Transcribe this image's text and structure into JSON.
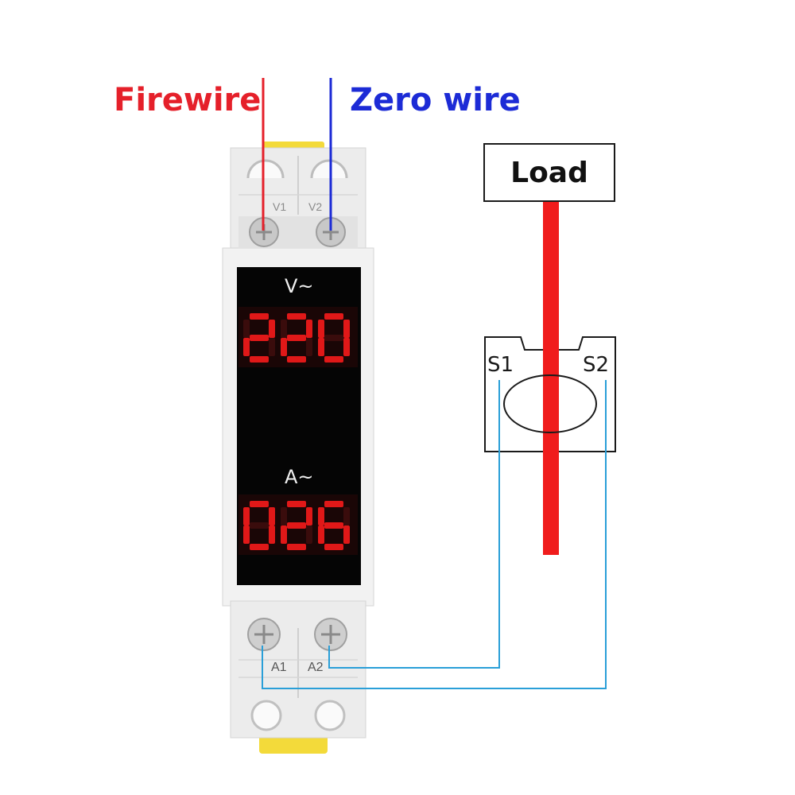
{
  "labels": {
    "firewire": "Firewire",
    "zero_wire": "Zero wire",
    "load": "Load",
    "ct_s1": "S1",
    "ct_s2": "S2"
  },
  "device": {
    "top_terminals": [
      "V1",
      "V2"
    ],
    "bottom_terminals": [
      "A1",
      "A2"
    ],
    "voltage_unit": "V~",
    "current_unit": "A~",
    "voltage_reading": "220",
    "current_reading": "026"
  },
  "colors": {
    "firewire": "#e5202a",
    "zero_wire": "#1c2bd6",
    "signal_wire": "#2a9fd8",
    "display_digits": "#e01818",
    "housing": "#eeeeee",
    "clip": "#f3da3a"
  }
}
